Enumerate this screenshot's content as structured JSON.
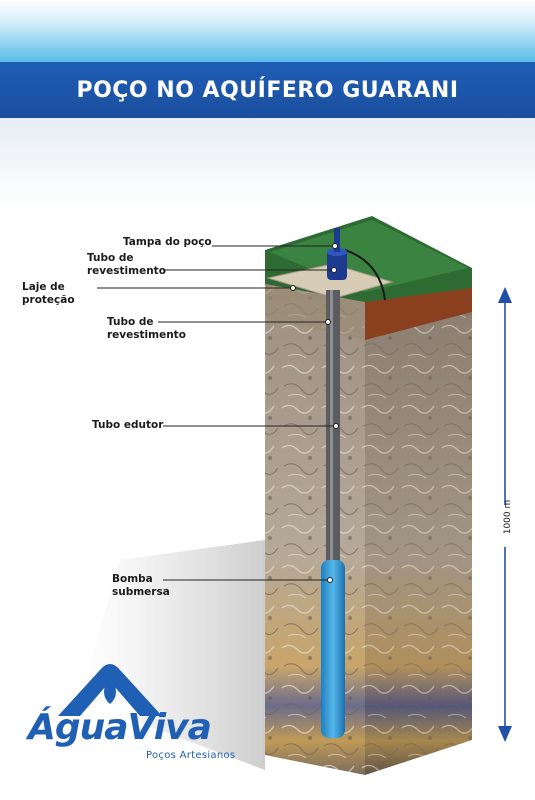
{
  "header": {
    "title": "POÇO NO AQUÍFERO GUARANI",
    "accent_color": "#1f5db6",
    "sky_color": "#58bde8"
  },
  "labels": {
    "tampa": "Tampa do poço",
    "tubo_rev_1": "Tubo de revestimento",
    "laje": "Laje de proteção",
    "tubo_rev_2": "Tubo de revestimento",
    "tubo_edutor": "Tubo edutor",
    "bomba": "Bomba submersa"
  },
  "depth": {
    "label": "1000 m"
  },
  "logo": {
    "name": "ÁguaViva",
    "tagline": "Poços Artesianos",
    "color": "#1f5fb4",
    "icon": "water-drop-icon"
  }
}
